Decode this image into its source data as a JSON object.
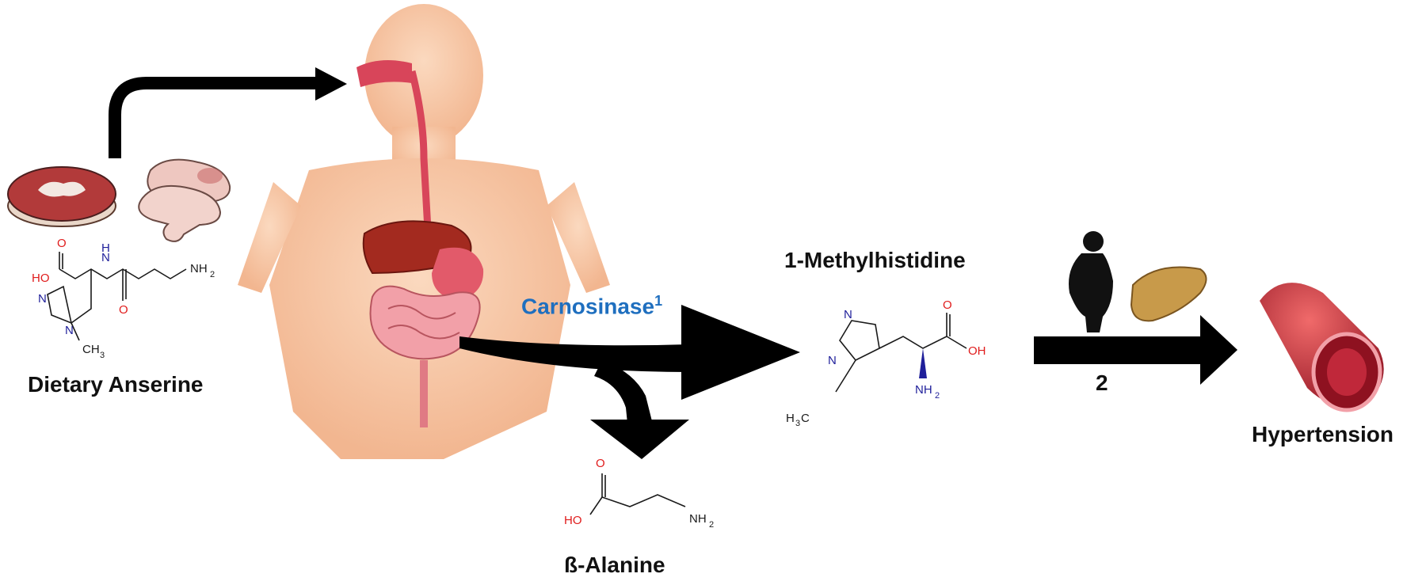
{
  "labels": {
    "dietary_anserine": "Dietary Anserine",
    "carnosinase": "Carnosinase",
    "carnosinase_sup": "1",
    "methylhistidine": "1-Methylhistidine",
    "beta_alanine": "ß-Alanine",
    "step_two": "2",
    "hypertension": "Hypertension"
  },
  "chem": {
    "oh": "OH",
    "ho": "HO",
    "o": "O",
    "n": "N",
    "h": "H",
    "nh": "NH",
    "h3c": "H",
    "c": "C",
    "ch": "CH",
    "two": "2",
    "three": "3"
  },
  "colors": {
    "carnosinase_label": "#1f6fbf",
    "oxygen": "#e01c1c",
    "nitrogen": "#1f1f9a",
    "arrow": "#000000",
    "skin": "#f6c9a8",
    "meat": "#b23a3a",
    "vessel": "#c0283a"
  },
  "icons": [
    "meat-steak-icon",
    "chicken-drumstick-icon",
    "human-digestive-body-icon",
    "obese-silhouette-icon",
    "liver-icon",
    "blood-vessel-icon"
  ]
}
